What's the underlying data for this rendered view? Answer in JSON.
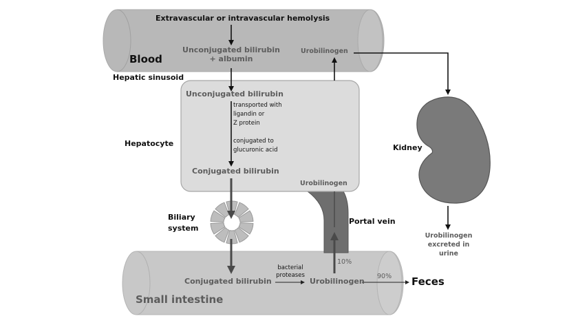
{
  "title": "Bilirubin metabolism",
  "colors": {
    "cylinder_fill": "#b8b8b8",
    "cylinder_cap": "#c4c4c4",
    "intestine_fill": "#c6c6c6",
    "hepatocyte_fill": "#dcdcdc",
    "kidney_fill": "#7a7a7a",
    "portal_vein_fill": "#6e6e6e",
    "biliary_fill": "#bdbdbd",
    "dark_text": "#111111",
    "mid_text": "#5c5c5c"
  },
  "blood": {
    "label": "Blood",
    "hemolysis": "Extravascular or intravascular hemolysis",
    "unconjugated_line1": "Unconjugated bilirubin",
    "unconjugated_line2": "+ albumin",
    "urobilinogen": "Urobilinogen"
  },
  "hepatic_sinusoid": "Hepatic sinusoid",
  "hepatocyte": {
    "label": "Hepatocyte",
    "unconjugated": "Unconjugated bilirubin",
    "transport_line1": "transported with",
    "transport_line2": "ligandin or",
    "transport_line3": "Z protein",
    "conjugation_line1": "conjugated to",
    "conjugation_line2": "glucuronic acid",
    "conjugated": "Conjugated bilirubin",
    "urobilinogen": "Urobilinogen"
  },
  "biliary": {
    "line1": "Biliary",
    "line2": "system"
  },
  "portal_vein": "Portal vein",
  "kidney": {
    "label": "Kidney",
    "excretion_line1": "Urobilinogen",
    "excretion_line2": "excreted in",
    "excretion_line3": "urine"
  },
  "intestine": {
    "label": "Small intestine",
    "conjugated": "Conjugated bilirubin",
    "enzyme_line1": "bacterial",
    "enzyme_line2": "proteases",
    "urobilinogen": "Urobilinogen",
    "reabsorbed_pct": "10%",
    "excreted_pct": "90%",
    "feces": "Feces"
  }
}
